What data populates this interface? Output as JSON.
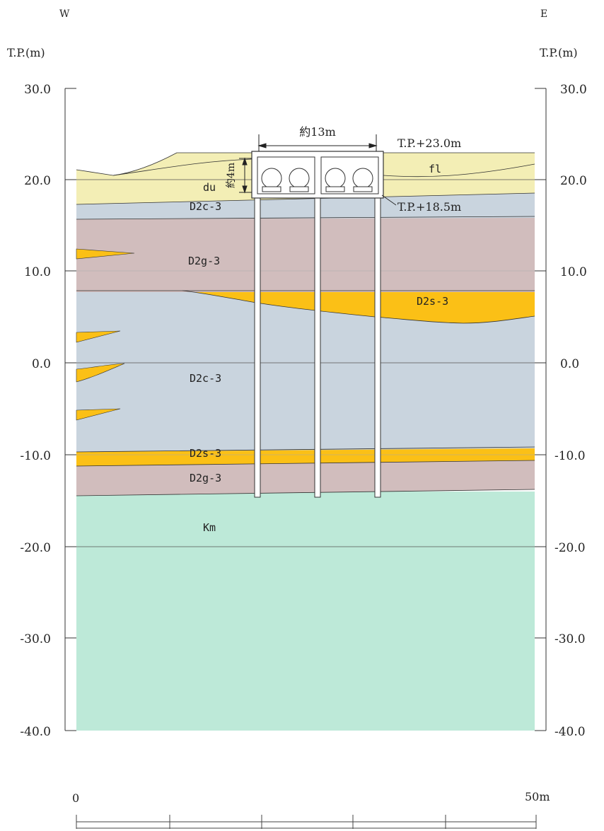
{
  "header": {
    "west": "W",
    "east": "E",
    "unit_left": "T.P.(m)",
    "unit_right": "T.P.(m)"
  },
  "axis": {
    "ticks": [
      "30.0",
      "20.0",
      "10.0",
      "0.0",
      "-10.0",
      "-20.0",
      "-30.0",
      "-40.0"
    ]
  },
  "structure": {
    "width_label": "約13m",
    "height_label": "約4m",
    "top_level": "T.P.+23.0m",
    "bottom_level": "T.P.+18.5m"
  },
  "layers": {
    "fl": "fl",
    "du": "du",
    "d2c_upper": "D2c-3",
    "d2g_upper": "D2g-3",
    "d2s_upper": "D2s-3",
    "d2c_middle": "D2c-3",
    "d2s_lower": "D2s-3",
    "d2g_lower": "D2g-3",
    "km": "Km"
  },
  "colors": {
    "fill_layer": "#f3eeb5",
    "clay_layer": "#c9d4de",
    "gravel_layer": "#d1bdbd",
    "sand_layer": "#fbc016",
    "km_layer": "#bde9d8"
  },
  "scale": {
    "start": "0",
    "end": "50m"
  }
}
